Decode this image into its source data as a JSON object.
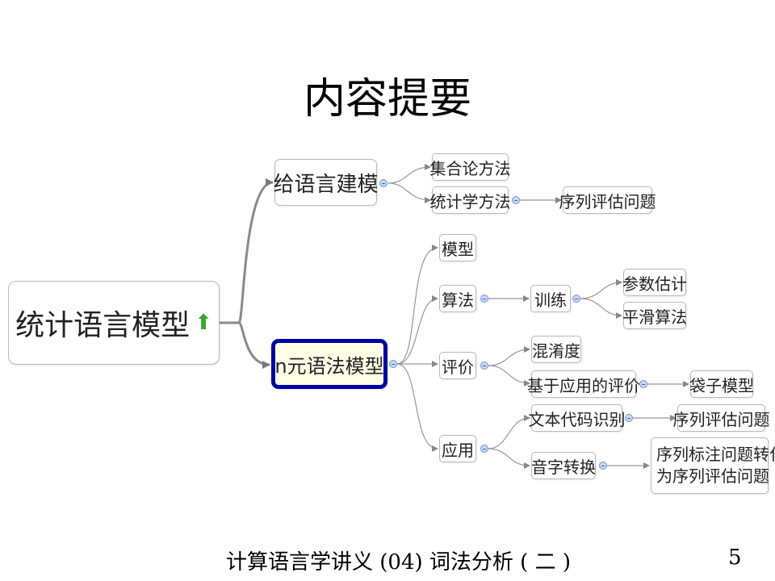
{
  "title": "内容提要",
  "footer": "计算语言学讲义 (04) 词法分析 ( 二 )",
  "page_number": "5",
  "mindmap": {
    "root": "统计语言模型",
    "root_icon": "up-arrow-icon",
    "branch1": {
      "label": "给语言建模",
      "children": {
        "set": "集合论方法",
        "stat": "统计学方法",
        "stat_child": "序列评估问题"
      }
    },
    "branch2": {
      "label": "n元语法模型",
      "model": "模型",
      "algo": "算法",
      "train": "训练",
      "param": "参数估计",
      "smooth": "平滑算法",
      "eval": "评价",
      "perplexity": "混淆度",
      "app_eval": "基于应用的评价",
      "bag": "袋子模型",
      "apply": "应用",
      "ocr": "文本代码识别",
      "ocr_child": "序列评估问题",
      "pinyin": "音字转换",
      "pinyin_child_line1": "序列标注问题转化",
      "pinyin_child_line2": "为序列评估问题"
    }
  }
}
